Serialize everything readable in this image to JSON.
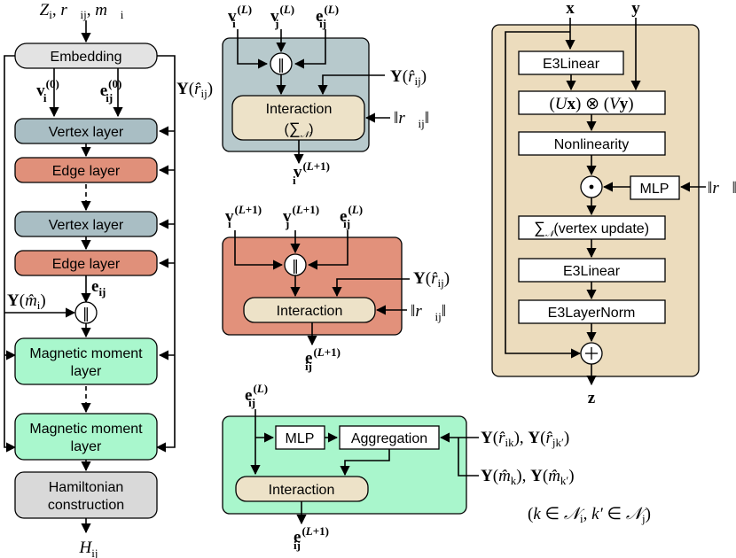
{
  "overall": {
    "input_label": "Z_i, r⃗_ij, m⃗_i",
    "embedding": "Embedding",
    "v0_label": "v_i^(0)",
    "e0_label": "e_ij^(0)",
    "y_rij_label": "Y(r̂_ij)",
    "vertex_layer": "Vertex layer",
    "edge_layer": "Edge layer",
    "e_ij_label": "e_ij",
    "y_mi_label": "Y(m̂_i)",
    "magnetic_moment_layer_line1": "Magnetic moment",
    "magnetic_moment_layer_line2": "layer",
    "hamiltonian_line1": "Hamiltonian",
    "hamiltonian_line2": "construction",
    "output_label": "H_ij"
  },
  "vertex_detail": {
    "inputs": [
      "v_i^(L)",
      "v_j^(L)",
      "e_ij^(L)"
    ],
    "concat_symbol": "‖",
    "side_input": "Y(r̂_ij)",
    "interaction_line1": "Interaction",
    "interaction_line2": "(∑𝒩)",
    "norm_input": "‖r⃗_ij‖",
    "output": "v_i^(L+1)"
  },
  "edge_detail": {
    "inputs": [
      "v_i^(L+1)",
      "v_j^(L+1)",
      "e_ij^(L)"
    ],
    "concat_symbol": "‖",
    "side_input": "Y(r̂_ij)",
    "interaction": "Interaction",
    "norm_input": "‖r⃗_ij‖",
    "output": "e_ij^(L+1)"
  },
  "magnetic_detail": {
    "input": "e_ij^(L)",
    "mlp": "MLP",
    "aggregation": "Aggregation",
    "y_r_inputs": "Y(r̂_ik), Y(r̂_jk')",
    "y_m_inputs": "Y(m̂_k), Y(m̂_k')",
    "interaction": "Interaction",
    "output": "e_ij^(L+1)",
    "neighbor_condition": "(k ∈ 𝒩_i, k' ∈ 𝒩_j)"
  },
  "interaction_detail": {
    "input_x": "x",
    "input_y": "y",
    "e3linear_1": "E3Linear",
    "tensor_product": "(Ux) ⊗ (Vy)",
    "nonlinearity": "Nonlinearity",
    "mlp": "MLP",
    "norm_input": "‖r⃗‖",
    "vertex_update": "∑𝒩 (vertex update)",
    "e3linear_2": "E3Linear",
    "e3layernorm": "E3LayerNorm",
    "output_z": "z"
  },
  "colors": {
    "embedding_fill": "#e3e3e3",
    "vertex_fill": "#a9bec4",
    "edge_fill": "#e0907a",
    "magnetic_fill": "#a9f7cd",
    "hamiltonian_fill": "#d9d9d9",
    "vertex_panel": "#b7c9cc",
    "edge_panel": "#e2917b",
    "magnetic_panel": "#a9f6cc",
    "interaction_panel": "#ecdcbd",
    "interaction_box": "#ede2c8"
  }
}
